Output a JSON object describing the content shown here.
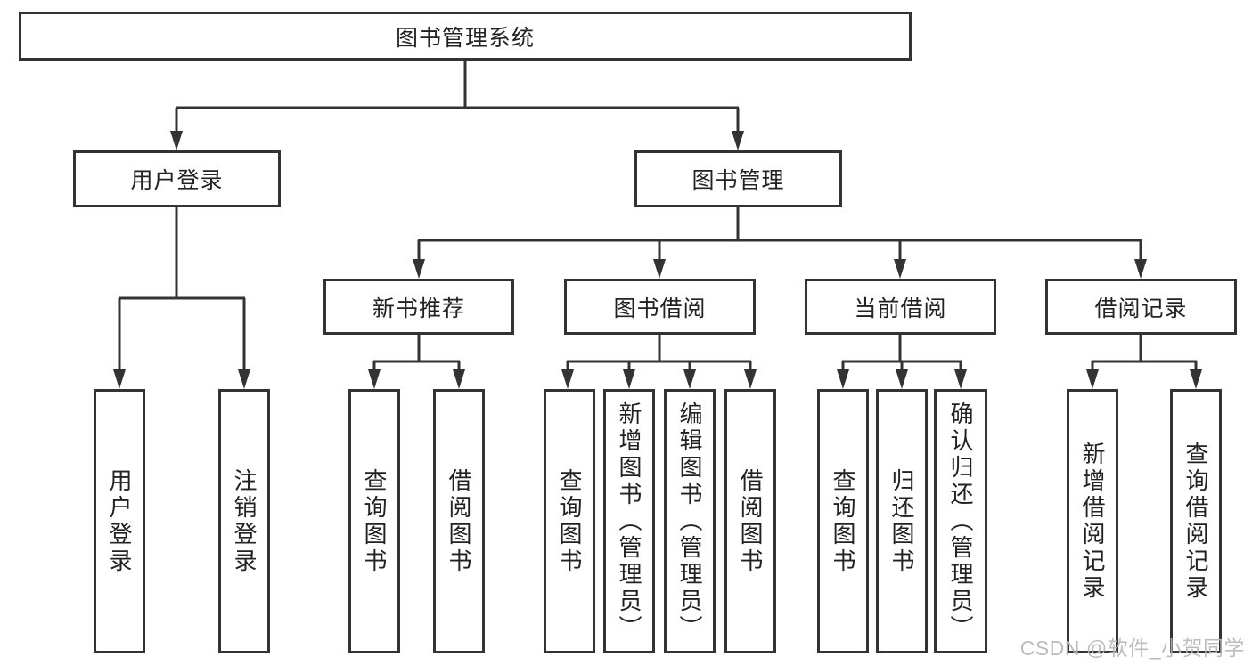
{
  "page": {
    "background": "#ffffff"
  },
  "colors": {
    "line": "#333333",
    "box_border": "#333333",
    "text": "#222222",
    "watermark": "#b5b5b5"
  },
  "nodes": {
    "root": "图书管理系统",
    "user_login_branch": "用户登录",
    "book_mgmt_branch": "图书管理",
    "new_book_rec": "新书推荐",
    "book_borrow": "图书借阅",
    "current_borrow": "当前借阅",
    "borrow_records": "借阅记录",
    "leaf_user_login": "用户登录",
    "leaf_logout": "注销登录",
    "leaf_query_book_rec": "查询图书",
    "leaf_borrow_book_rec": "借阅图书",
    "leaf_query_book_borrow": "查询图书",
    "leaf_add_book": "新增图书（管理员）",
    "leaf_edit_book": "编辑图书（管理员）",
    "leaf_borrow_book_borrow": "借阅图书",
    "leaf_query_book_current": "查询图书",
    "leaf_return_book": "归还图书",
    "leaf_confirm_return": "确认归还（管理员）",
    "leaf_add_borrow_record": "新增借阅记录",
    "leaf_query_borrow_record": "查询借阅记录"
  },
  "watermark": "CSDN @软件_小贺同学"
}
